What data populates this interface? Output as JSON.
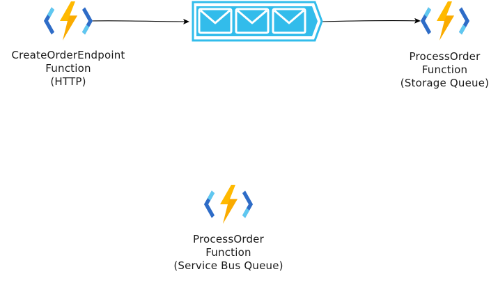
{
  "nodes": {
    "create_order": {
      "line1": "CreateOrderEndpoint",
      "line2": "Function",
      "line3": "(HTTP)",
      "icon": "azure-function-icon"
    },
    "storage_queue": {
      "icon": "storage-queue-icon"
    },
    "process_order_storage": {
      "line1": "ProcessOrder",
      "line2": "Function",
      "line3": "(Storage Queue)",
      "icon": "azure-function-icon"
    },
    "process_order_bus": {
      "line1": "ProcessOrder",
      "line2": "Function",
      "line3": "(Service Bus Queue)",
      "icon": "azure-function-icon"
    }
  },
  "colors": {
    "bolt": "#FFB900",
    "bolt_dark": "#F5A100",
    "bracket_dark": "#2E6CC7",
    "bracket_light": "#5FC8F0",
    "queue_fill": "#32BCEB",
    "queue_stroke": "#1BA8DA",
    "envelope": "#ffffff",
    "edge": "#000000"
  },
  "edges": [
    {
      "from": "create_order",
      "to": "storage_queue"
    },
    {
      "from": "storage_queue",
      "to": "process_order_storage"
    }
  ]
}
